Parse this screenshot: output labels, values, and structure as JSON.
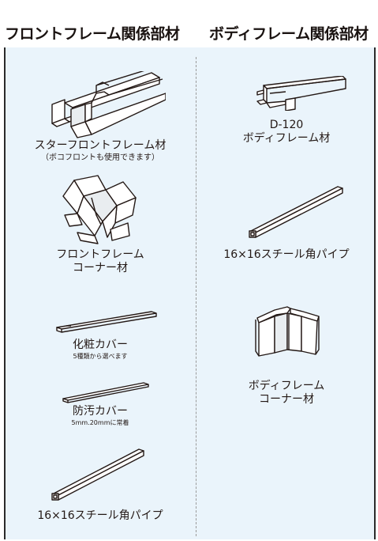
{
  "headers": {
    "left": "フロントフレーム関係部材",
    "right": "ボディフレーム関係部材"
  },
  "left_items": [
    {
      "title": "スターフロントフレーム材",
      "sub": "（ボコフロントも使用できます）",
      "icon": "star-front-frame-profile-icon"
    },
    {
      "title1": "フロントフレーム",
      "title2": "コーナー材",
      "icon": "front-frame-corner-icon"
    },
    {
      "title": "化粧カバー",
      "sub": "5種類から選べます",
      "icon": "decorative-cover-icon"
    },
    {
      "title": "防汚カバー",
      "sub": "5mm.20mmに常着",
      "icon": "antifouling-cover-icon"
    },
    {
      "title": "16×16スチール角パイプ",
      "icon": "steel-square-pipe-icon"
    }
  ],
  "right_items": [
    {
      "title1": "D-120",
      "title2": "ボディフレーム材",
      "icon": "body-frame-profile-icon"
    },
    {
      "title": "16×16スチール角パイプ",
      "icon": "steel-square-pipe-icon"
    },
    {
      "title1": "ボディフレーム",
      "title2": "コーナー材",
      "icon": "body-frame-corner-icon"
    }
  ]
}
